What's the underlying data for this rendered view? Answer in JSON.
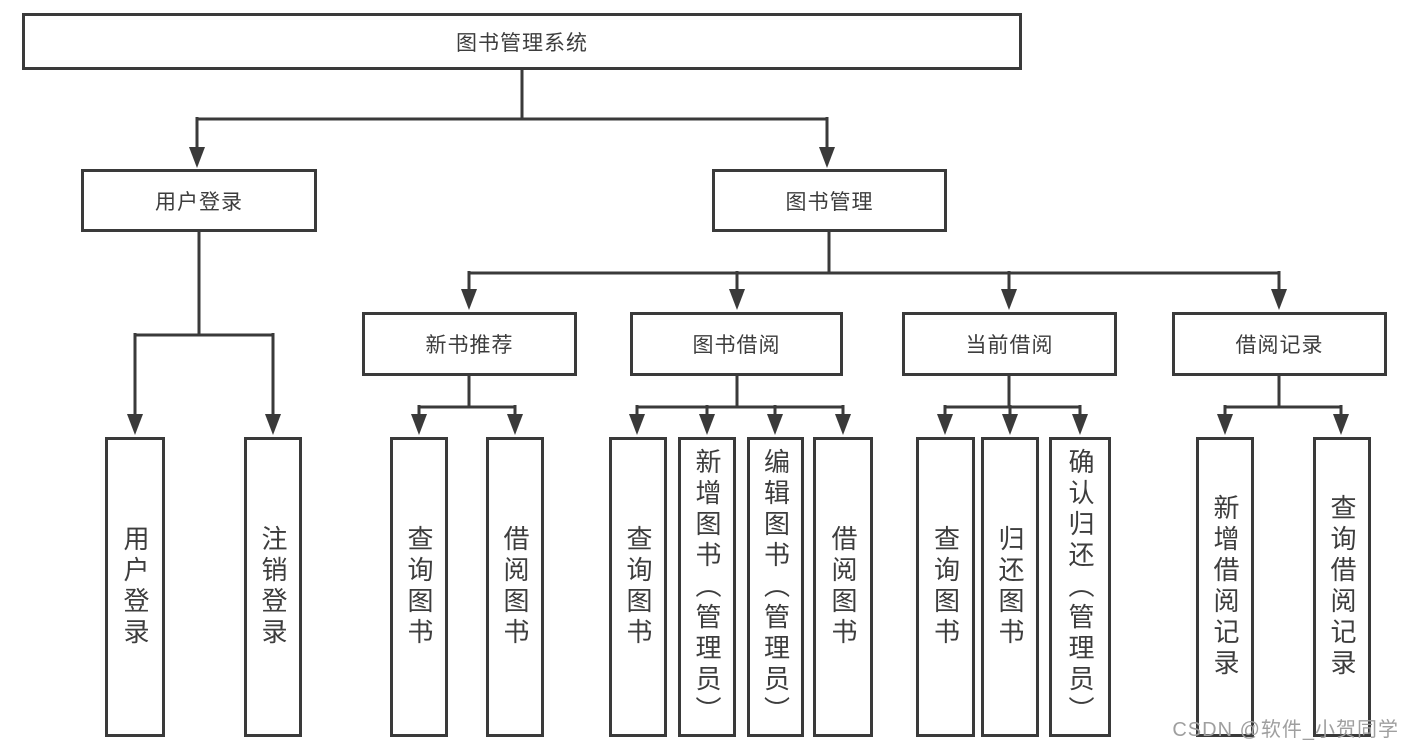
{
  "tree": {
    "label": "图书管理系统",
    "children": [
      {
        "label": "用户登录",
        "children": [
          {
            "label": "用户登录"
          },
          {
            "label": "注销登录"
          }
        ]
      },
      {
        "label": "图书管理",
        "children": [
          {
            "label": "新书推荐",
            "children": [
              {
                "label": "查询图书"
              },
              {
                "label": "借阅图书"
              }
            ]
          },
          {
            "label": "图书借阅",
            "children": [
              {
                "label": "查询图书"
              },
              {
                "label": "新增图书（管理员）"
              },
              {
                "label": "编辑图书（管理员）"
              },
              {
                "label": "借阅图书"
              }
            ]
          },
          {
            "label": "当前借阅",
            "children": [
              {
                "label": "查询图书"
              },
              {
                "label": "归还图书"
              },
              {
                "label": "确认归还（管理员）"
              }
            ]
          },
          {
            "label": "借阅记录",
            "children": [
              {
                "label": "新增借阅记录"
              },
              {
                "label": "查询借阅记录"
              }
            ]
          }
        ]
      }
    ]
  },
  "watermark": "CSDN @软件_小贺同学",
  "colors": {
    "line": "#3a3a3a",
    "box_border": "#3a3a3a",
    "text": "#3d3d3d",
    "watermark": "#9f9f9f",
    "background": "#ffffff"
  }
}
